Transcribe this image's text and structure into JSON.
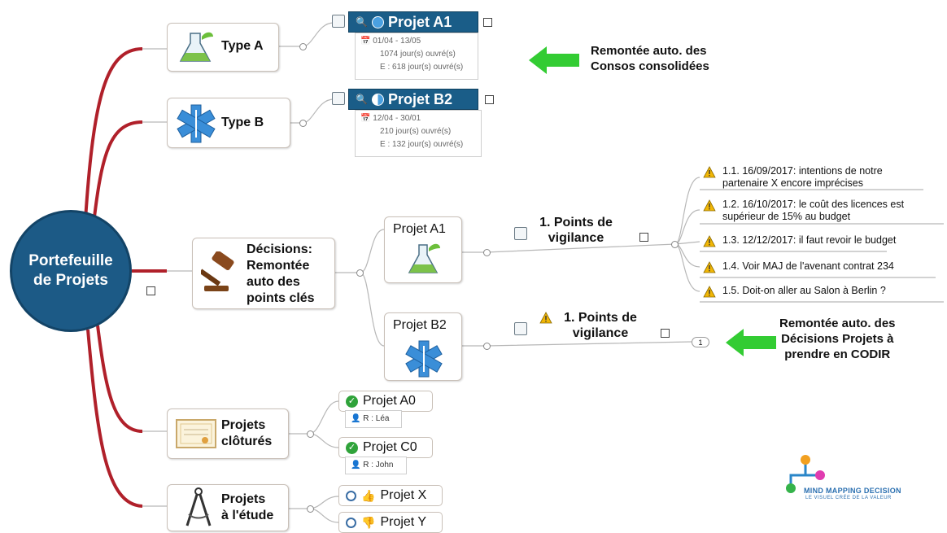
{
  "root": {
    "label": "Portefeuille\nde Projets"
  },
  "branches": {
    "type_a": {
      "label": "Type A"
    },
    "type_b": {
      "label": "Type B"
    },
    "decisions": {
      "label": "Décisions:\nRemontée\nauto des\npoints clés"
    },
    "clotures": {
      "label": "Projets\nclôturés"
    },
    "etude": {
      "label": "Projets\nà l'étude"
    }
  },
  "projects": {
    "a1": {
      "title": "Projet A1",
      "dates": "01/04 - 13/05",
      "days": "1074 jour(s) ouvré(s)",
      "effort": "E : 618 jour(s) ouvré(s)"
    },
    "b2": {
      "title": "Projet B2",
      "dates": "12/04 - 30/01",
      "days": "210 jour(s) ouvré(s)",
      "effort": "E : 132 jour(s) ouvré(s)"
    }
  },
  "decisions_children": {
    "a1": {
      "label": "Projet A1",
      "points": "1. Points de\nvigilance"
    },
    "b2": {
      "label": "Projet B2",
      "points": "1. Points de\nvigilance",
      "count": "1"
    }
  },
  "risks": [
    {
      "text": "1.1. 16/09/2017: intentions de notre\npartenaire X encore imprécises"
    },
    {
      "text": "1.2. 16/10/2017: le coût des licences est\nsupérieur de 15% au budget"
    },
    {
      "text": "1.3. 12/12/2017: il faut revoir le budget"
    },
    {
      "text": "1.4. Voir MAJ de l'avenant contrat 234"
    },
    {
      "text": "1.5. Doit-on aller au Salon à Berlin ?"
    }
  ],
  "closed": [
    {
      "label": "Projet A0",
      "owner": "R : Léa"
    },
    {
      "label": "Projet C0",
      "owner": "R : John"
    }
  ],
  "study": [
    {
      "label": "Projet X"
    },
    {
      "label": "Projet Y"
    }
  ],
  "callouts": {
    "top": "Remontée auto. des\nConsos consolidées",
    "bottom": "Remontée auto. des\nDécisions Projets à\nprendre en CODIR"
  },
  "logo": {
    "name": "MIND MAPPING DECISION",
    "tagline": "LE VISUEL CRÉE DE LA VALEUR"
  },
  "colors": {
    "root": "#1c5a86",
    "branch": "#b0202a",
    "arrow": "#33cc33",
    "warning": "#f2b705",
    "check": "#2fa33a"
  }
}
